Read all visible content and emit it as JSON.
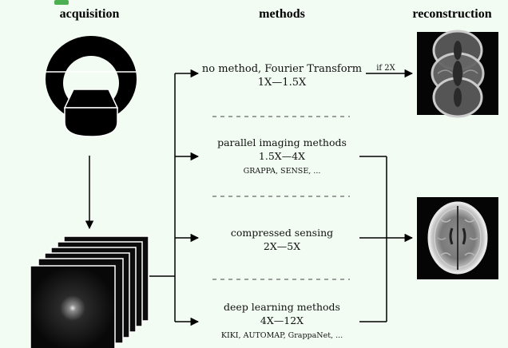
{
  "headers": {
    "acquisition": "acquisition",
    "methods": "methods",
    "reconstruction": "reconstruction"
  },
  "methods": [
    {
      "title": "no method, Fourier Transform",
      "speedup": "1X—1.5X",
      "examples": ""
    },
    {
      "title": "parallel imaging methods",
      "speedup": "1.5X—4X",
      "examples": "GRAPPA, SENSE, ..."
    },
    {
      "title": "compressed sensing",
      "speedup": "2X—5X",
      "examples": ""
    },
    {
      "title": "deep learning methods",
      "speedup": "4X—12X",
      "examples": "KIKI, AUTOMAP, GrappaNet, ..."
    }
  ],
  "arrow_label": "if 2X",
  "colors": {
    "background": "#f3fcf3",
    "accent_tab": "#4caf50"
  },
  "icons": [
    "mri-scanner-icon",
    "kspace-stack-icon",
    "aliased-brain-image",
    "brain-mri-image"
  ]
}
